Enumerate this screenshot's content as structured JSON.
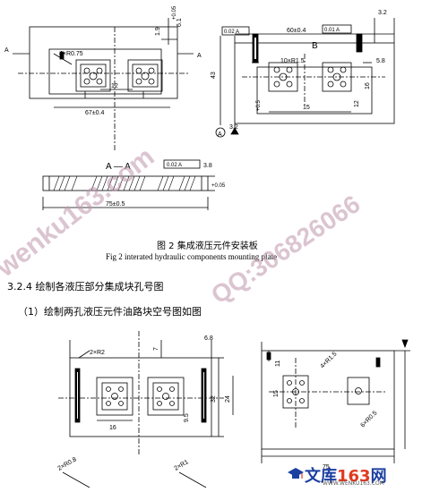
{
  "figure2": {
    "caption_cn": "图 2  集成液压元件安装板",
    "caption_en": "Fig 2     interated hydraulic components mounting plate",
    "section_label_left": "A",
    "section_label_right": "A",
    "section_label_b": "B",
    "section_view_title": "A — A",
    "dim_hole_pattern": "4×R0.75",
    "dim_tol_a": "+0.05",
    "dim_tol_b": "+0.5",
    "dim_center": "12",
    "dim_width": "67±0.4",
    "dim_side_19": "1.9",
    "dim_side_61": "6.1",
    "dim_top_60": "60±0.4",
    "dim_top_32": "3.2",
    "dim_right_58": "5.8",
    "dim_holes_b": "10×R1.5",
    "dim_43": "43",
    "dim_16": "16",
    "dim_15": "15",
    "dim_12": "12",
    "dim_datum": "A",
    "dim_rough": "3.2",
    "dim_section_thick": "3.8",
    "dim_section_len": "75±0.5",
    "gdt_flat": "0.02 A",
    "gdt_par": "0.01 A"
  },
  "section_heading": "3.2.4  绘制各液压部分集成块孔号图",
  "sub_heading": "（1）绘制两孔液压元件油路块空号图如图",
  "figure3": {
    "dim_2xr2": "2×R2",
    "dim_7": "7",
    "dim_68": "6.8",
    "dim_32": "32",
    "dim_16": "16",
    "dim_24": "24",
    "dim_95": "9.5",
    "dim_ex_top": "4×R1.5",
    "dim_ex_11": "11",
    "dim_ex_15": "15",
    "dim_ex_6xr": "6×R0.5",
    "dim_ex_75": "75",
    "dim_bot_1": "2×R0.8",
    "dim_bot_2": "2×R1"
  },
  "watermarks": {
    "site": "wenku163.com",
    "qq": "QQ:306826066"
  },
  "logo": {
    "brand_cn": "文库",
    "brand_num": "163",
    "brand_suffix": "网",
    "url": "WWW.WENKU163.COM"
  }
}
